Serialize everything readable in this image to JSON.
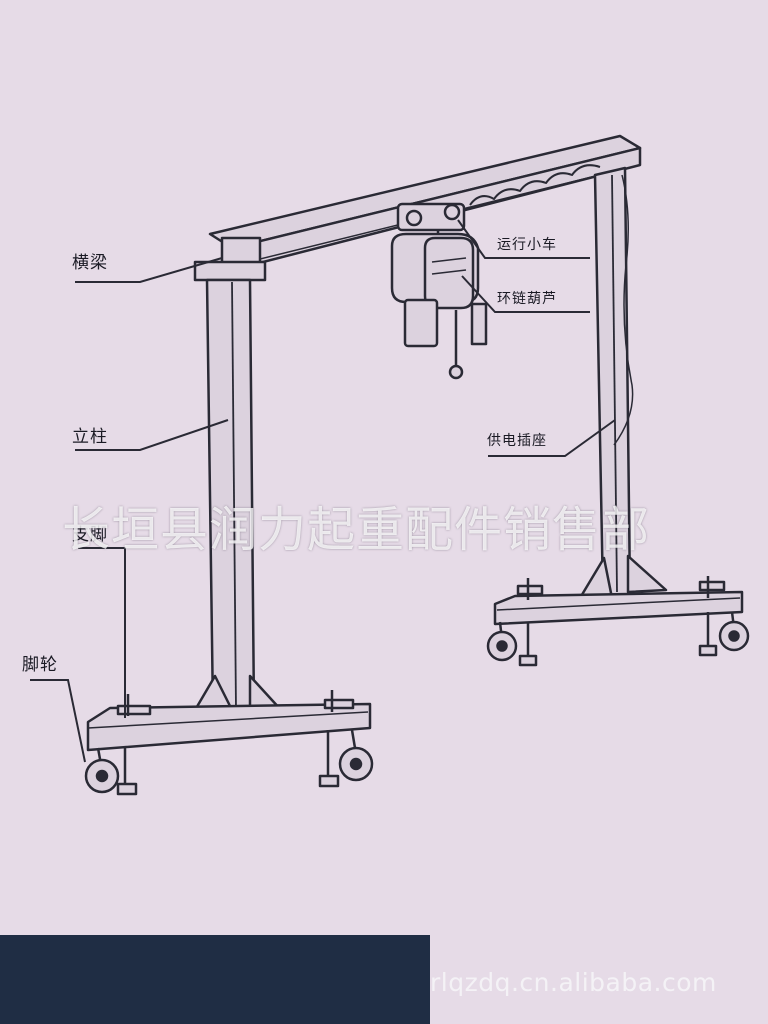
{
  "labels": {
    "crossbeam": "横梁",
    "trolley": "运行小车",
    "chain_hoist": "环链葫芦",
    "column": "立柱",
    "power_socket": "供电插座",
    "support_leg": "支脚",
    "caster": "脚轮"
  },
  "watermark": "长垣县润力起重配件销售部",
  "site_url": "rlqzdq.cn.alibaba.com",
  "colors": {
    "background": "#e6dbe7",
    "line": "#2a2a35",
    "fill": "#dcd2de",
    "band": "#1f2d44"
  }
}
